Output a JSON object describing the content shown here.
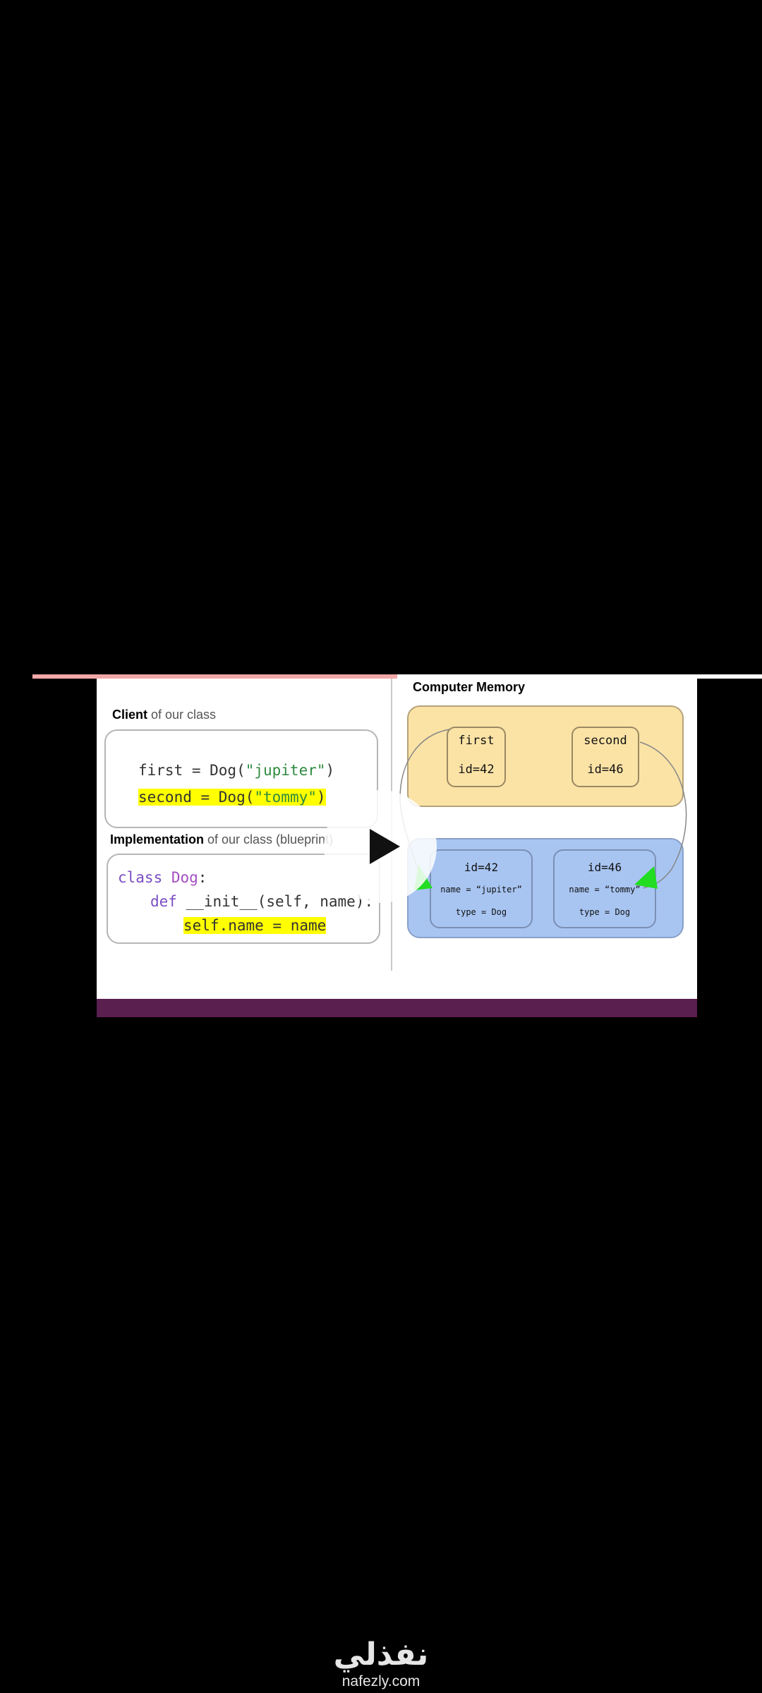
{
  "video": {
    "progress_fraction": 0.5
  },
  "client": {
    "label_bold": "Client",
    "label_rest": " of our class",
    "code_line1_a": "first = Dog(",
    "code_line1_str": "\"jupiter\"",
    "code_line1_b": ")",
    "code_line2_a": "second = Dog(",
    "code_line2_str": "\"tommy\"",
    "code_line2_b": ")"
  },
  "implementation": {
    "label_bold": "Implementation",
    "label_rest": " of our class (bluepri",
    "label_tail": "nt)",
    "line1_kw": "class",
    "line1_name": " Dog",
    "line1_colon": ":",
    "line2_kw": "def",
    "line2_rest": " __init__(self, name):",
    "line3": "self.name = name"
  },
  "memory": {
    "title": "Computer Memory",
    "vars": [
      {
        "name": "first",
        "id": "id=42"
      },
      {
        "name": "second",
        "id": "id=46"
      }
    ],
    "objects": [
      {
        "id": "id=42",
        "name_attr": "name = “jupiter”",
        "type_attr": "type = Dog"
      },
      {
        "id": "id=46",
        "name_attr": "name = “tommy”",
        "type_attr": "type = Dog"
      }
    ]
  },
  "colors": {
    "stack": "#fbe3a6",
    "heap": "#a8c5f2",
    "highlight": "#ffff00",
    "arrow_head": "#22dd22",
    "footer": "#5a1f4e"
  },
  "icons": {
    "play": "play-icon"
  },
  "brand": {
    "arabic": "نفذلي",
    "url": "nafezly.com"
  }
}
